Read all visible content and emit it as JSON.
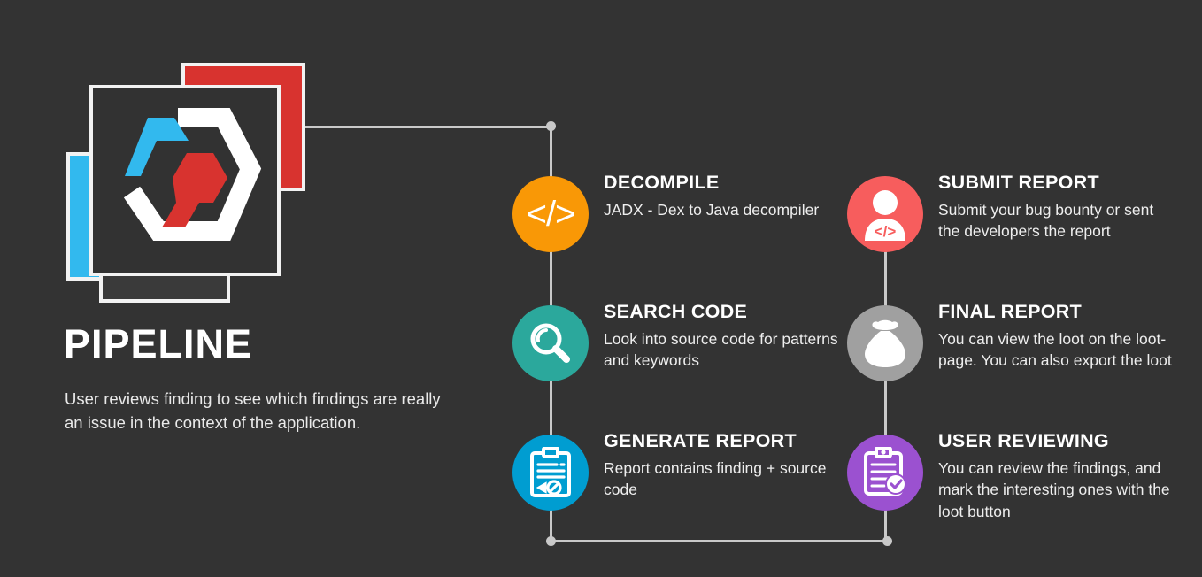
{
  "page": {
    "background_color": "#333333",
    "connector_color": "#c9c9c9"
  },
  "logo": {
    "name": "pipeline-logo",
    "card_red_color": "#d8332f",
    "card_blue_color": "#32b9ee",
    "card_front_color": "#323232",
    "hex_outline_color": "#ffffff",
    "chevron_color": "#32b9ee",
    "key_color": "#d8332f"
  },
  "left": {
    "title": "PIPELINE",
    "description": "User reviews finding to see which findings are really an issue in the context of the application."
  },
  "steps": [
    {
      "id": "decompile",
      "title": "DECOMPILE",
      "description": "JADX - Dex to Java decompiler",
      "color": "#f99806",
      "icon": "code-brackets-icon",
      "glyph": "</>"
    },
    {
      "id": "search-code",
      "title": "SEARCH CODE",
      "description": "Look into source code for patterns and keywords",
      "color": "#2ba89c",
      "icon": "magnifier-icon",
      "glyph": ""
    },
    {
      "id": "generate-report",
      "title": "GENERATE REPORT",
      "description": "Report contains finding + source code",
      "color": "#009dd1",
      "icon": "clipboard-report-icon",
      "glyph": ""
    },
    {
      "id": "submit-report",
      "title": "SUBMIT REPORT",
      "description": "Submit your bug bounty or sent the developers the report",
      "color": "#f75d5d",
      "icon": "developer-person-icon",
      "glyph": "</>"
    },
    {
      "id": "final-report",
      "title": "FINAL REPORT",
      "description": "You can view the loot on the loot-page. You can also export the loot",
      "color": "#a0a0a0",
      "icon": "loot-bag-icon",
      "glyph": ""
    },
    {
      "id": "user-reviewing",
      "title": "USER REVIEWING",
      "description": "You can review the findings, and mark the interesting ones with the loot button",
      "color": "#9b51d0",
      "icon": "clipboard-check-icon",
      "glyph": ""
    }
  ]
}
